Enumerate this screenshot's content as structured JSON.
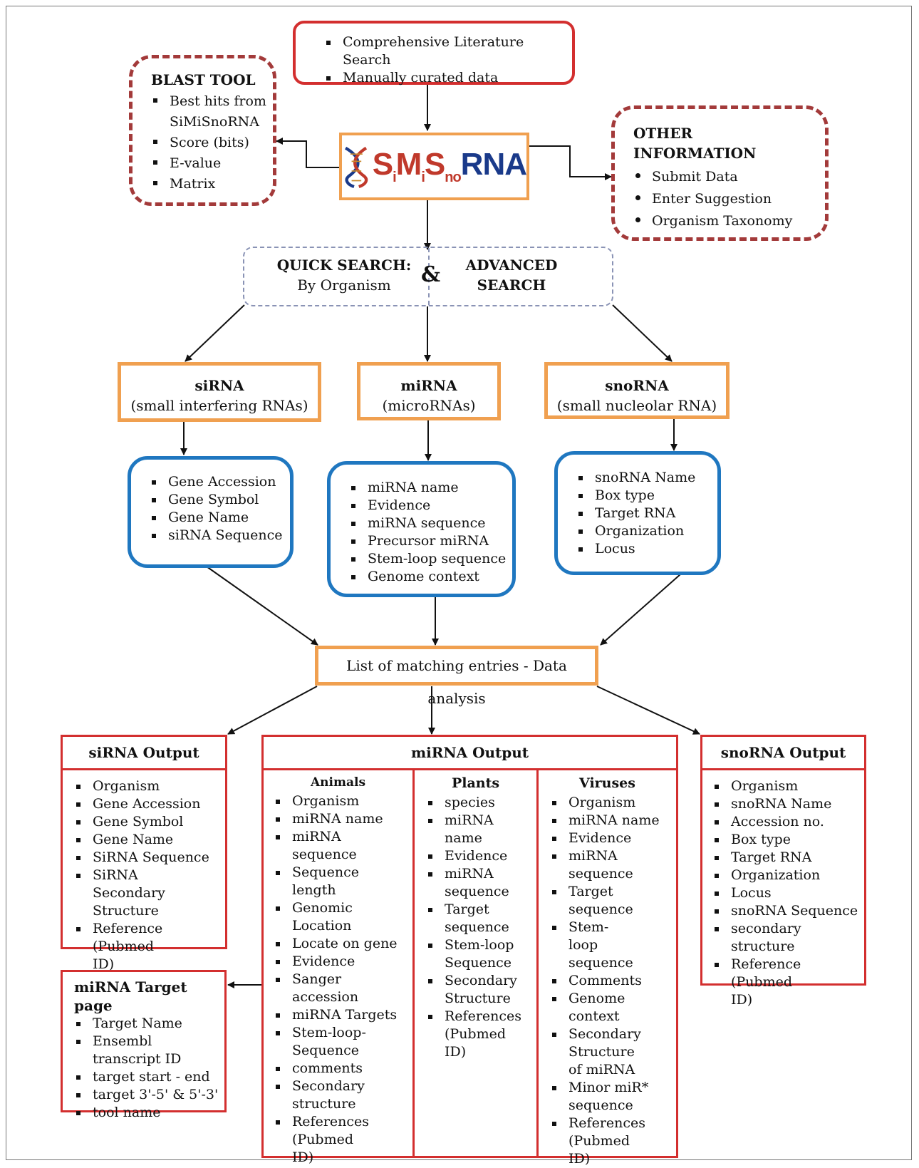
{
  "top": {
    "items": [
      "Comprehensive Literature Search",
      "Manually curated data"
    ]
  },
  "blast": {
    "title": "BLAST TOOL",
    "items": [
      "Best hits from SiMiSnoRNA",
      "Score (bits)",
      "E-value",
      "Matrix"
    ]
  },
  "logo": {
    "text_s1": "S",
    "sub1": "i",
    "text_m": "M",
    "sub2": "i",
    "text_s2": "S",
    "sub3": "no",
    "text_rna": "RNA"
  },
  "other": {
    "title": "OTHER INFORMATION",
    "items": [
      "Submit Data",
      "Enter Suggestion",
      "Organism Taxonomy"
    ]
  },
  "search": {
    "quick_title": "QUICK SEARCH:",
    "quick_sub": "By Organism",
    "amp": "&",
    "advanced": "ADVANCED SEARCH"
  },
  "types": {
    "sirna": {
      "title": "siRNA",
      "sub": "(small interfering RNAs)"
    },
    "mirna": {
      "title": "miRNA",
      "sub": "(microRNAs)"
    },
    "snorna": {
      "title": "snoRNA",
      "sub": "(small nucleolar RNA)"
    }
  },
  "fields": {
    "sirna": [
      "Gene Accession",
      "Gene Symbol",
      "Gene Name",
      "siRNA Sequence"
    ],
    "mirna": [
      "miRNA name",
      "Evidence",
      "miRNA sequence",
      "Precursor miRNA",
      "Stem-loop sequence",
      "Genome context"
    ],
    "snorna": [
      "snoRNA Name",
      "Box type",
      "Target RNA",
      "Organization",
      "Locus"
    ]
  },
  "analysis": "List of matching entries - Data analysis",
  "sirna_output": {
    "title": "siRNA Output",
    "items": [
      "Organism",
      "Gene Accession",
      "Gene Symbol",
      "Gene Name",
      "SiRNA Sequence",
      "SiRNA Secondary Structure",
      "Reference (Pubmed ID)"
    ]
  },
  "mirna_output": {
    "title": "miRNA Output",
    "animals": {
      "title": "Animals",
      "items": [
        "Organism",
        "miRNA name",
        "miRNA sequence",
        "Sequence length",
        "Genomic Location",
        "Locate on gene",
        "Evidence",
        "Sanger accession",
        "miRNA Targets",
        "Stem-loop-Sequence",
        "comments",
        "Secondary structure",
        "References (Pubmed ID)"
      ]
    },
    "plants": {
      "title": "Plants",
      "items": [
        "species",
        "miRNA name",
        "Evidence",
        "miRNA sequence",
        "Target sequence",
        "Stem-loop Sequence",
        "Secondary Structure",
        "References (Pubmed ID)"
      ]
    },
    "viruses": {
      "title": "Viruses",
      "items": [
        "Organism",
        "miRNA name",
        "Evidence",
        "miRNA sequence",
        "Target sequence",
        "Stem-loop sequence",
        "Comments",
        "Genome context",
        "Secondary Structure of miRNA",
        "Minor miR* sequence",
        "References (Pubmed ID)"
      ]
    }
  },
  "snorna_output": {
    "title": "snoRNA Output",
    "items": [
      "Organism",
      "snoRNA Name",
      "Accession no.",
      "Box type",
      "Target RNA",
      "Organization",
      "Locus",
      "snoRNA Sequence",
      "secondary structure",
      "Reference (Pubmed ID)"
    ]
  },
  "target_page": {
    "title": "miRNA Target page",
    "items": [
      "Target Name",
      "Ensembl transcript ID",
      "target start - end",
      "target 3'-5' & 5'-3'",
      "tool name"
    ]
  },
  "colors": {
    "red": "#d32f2f",
    "dashed_red": "#a33a3a",
    "orange": "#f0a050",
    "blue": "#1f77c0",
    "gray_dash": "#8a93b5"
  }
}
